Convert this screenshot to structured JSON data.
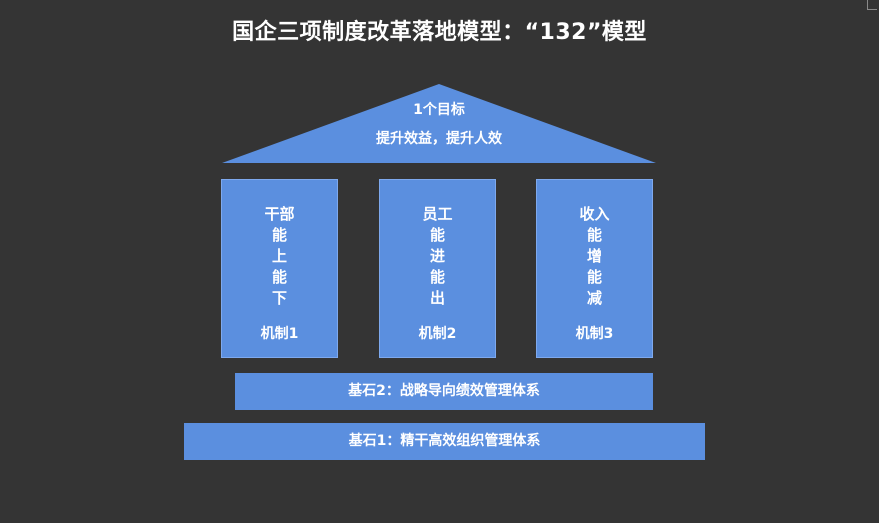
{
  "title": "国企三项制度改革落地模型：“132”模型",
  "colors": {
    "background": "#343434",
    "block_fill": "#5b8fdf",
    "text": "#ffffff"
  },
  "roof": {
    "goal": "1个目标",
    "subtitle": "提升效益，提升人效"
  },
  "pillars": [
    {
      "lines": [
        "干部",
        "能",
        "上",
        "能",
        "下"
      ],
      "mechanism": "机制1"
    },
    {
      "lines": [
        "员工",
        "能",
        "进",
        "能",
        "出"
      ],
      "mechanism": "机制2"
    },
    {
      "lines": [
        "收入",
        "能",
        "增",
        "能",
        "减"
      ],
      "mechanism": "机制3"
    }
  ],
  "foundations": {
    "base2": "基石2：战略导向绩效管理体系",
    "base1": "基石1：精干高效组织管理体系"
  }
}
